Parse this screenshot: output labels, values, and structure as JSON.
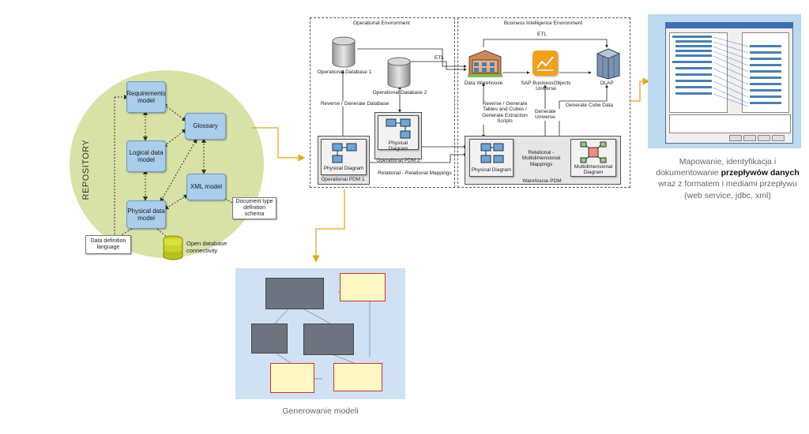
{
  "repository": {
    "title": "REPOSITORY",
    "requirements_model": "Requirements model",
    "glossary": "Glossary",
    "logical_data_model": "Logical data model",
    "xml_model": "XML model",
    "physical_data_model": "Physical data model",
    "doc_type_schema": "Document type definition schema",
    "ddl": "Data definition language",
    "odbc": "Open database connectivity"
  },
  "operational": {
    "title": "Operational Environment",
    "db1": "Operational Database 1",
    "db2": "Operational Database 2",
    "reverse_generate_db": "Reverse / Generate Database",
    "physical_diagram_1": "Physical Diagram",
    "physical_diagram_2": "Physical Diagram",
    "pdm1": "Operational PDM 1",
    "pdm2": "Operational PDM 2",
    "relational_mappings": "Relational - Relational Mappings"
  },
  "bi": {
    "title": "Business Intelligence Environment",
    "etl_top": "ETL",
    "etl_left": "ETL",
    "data_warehouse": "Data Warehouse",
    "sap_bo": "SAP BusinessObjects Universe",
    "olap": "OLAP",
    "reverse_generate_tables": "Reverse / Generate Tables and Cubes / Generate Extraction Scripts",
    "generate_universe": "Generate Universe",
    "generate_cube": "Generate Cube Data",
    "physical_diagram": "Physical Diagram",
    "rel_multidim": "Relational - Multidimensional Mappings",
    "multidim_diagram": "Multidimensional Diagram",
    "warehouse_pdm": "Warehouse PDM"
  },
  "captions": {
    "mapping_pre": "Mapowanie, identyfikacja i dokumentowanie",
    "mapping_bold": "przepływów danych",
    "mapping_post": "wraz z formatem i mediami przepływu (web service, jdbc, xml)",
    "generating": "Generowanie modeli"
  },
  "colors": {
    "repository_fill": "#d9e2a6",
    "box_fill": "#a9cdea",
    "arrow": "#e0a81c",
    "screenshot_bg": "#bcd9f0"
  }
}
